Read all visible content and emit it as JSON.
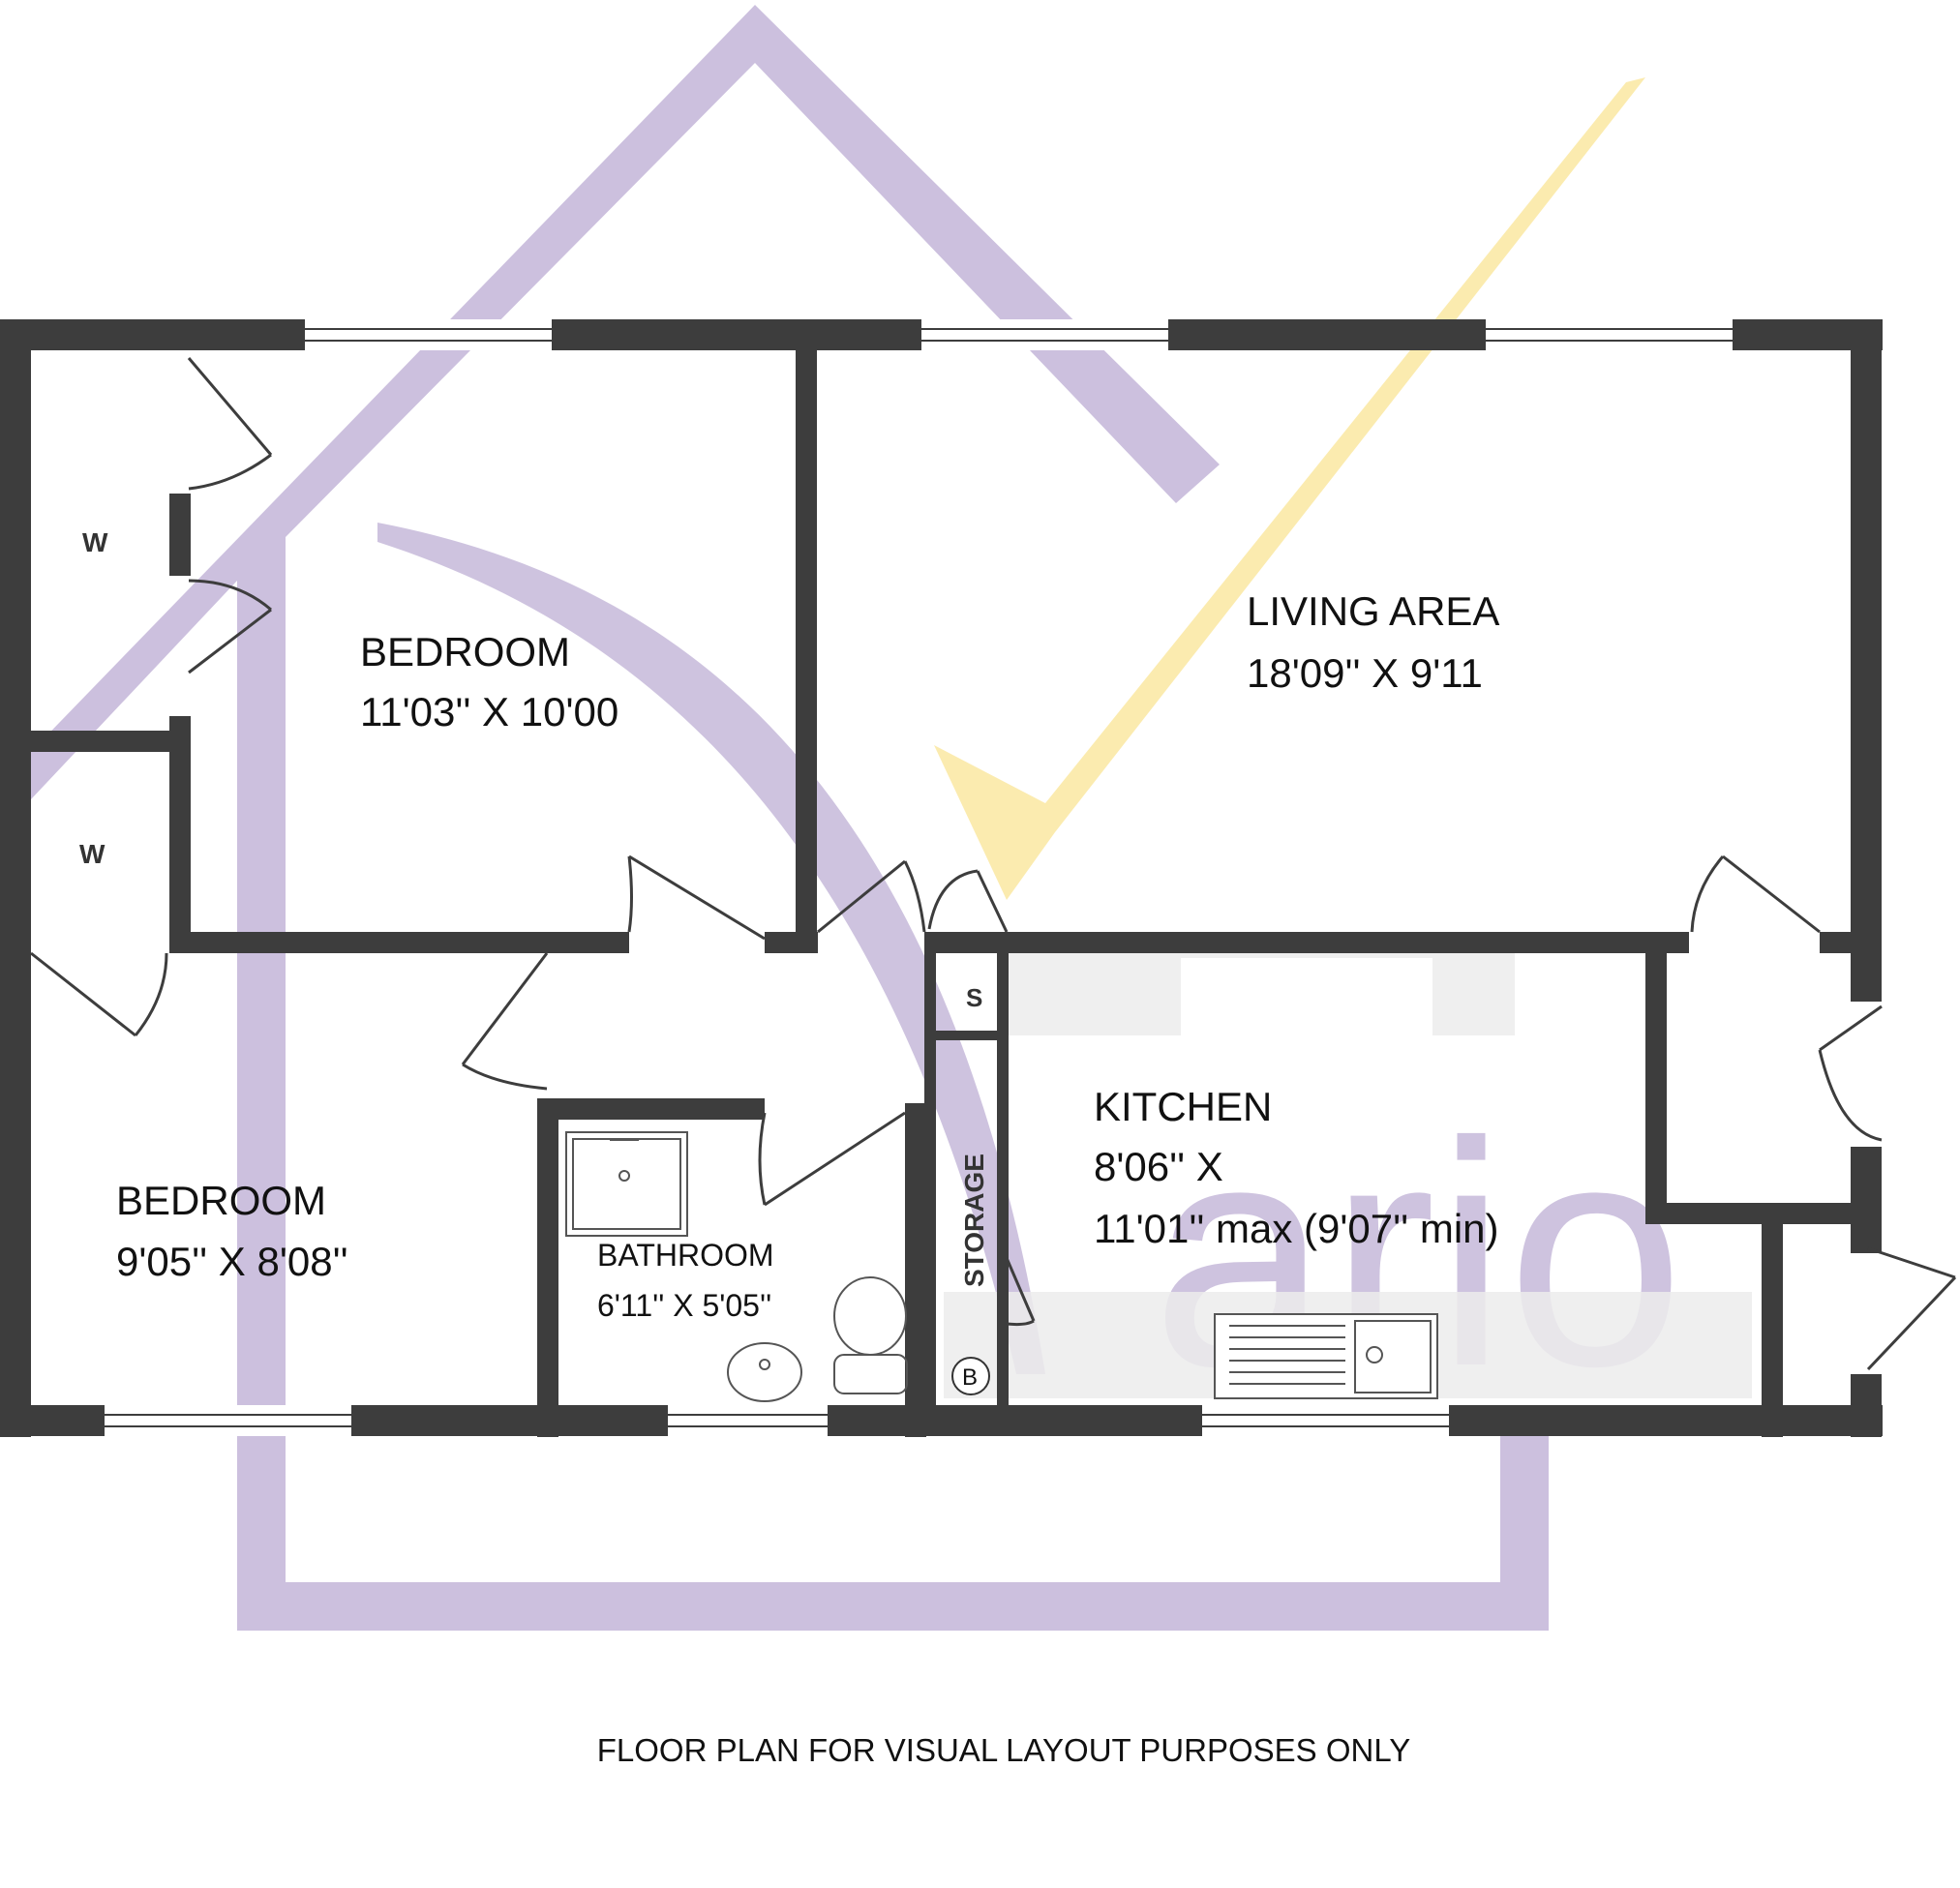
{
  "watermark": {
    "text": "ario",
    "house_color": "#c9bddc",
    "check_color": "#fbe9a6"
  },
  "rooms": {
    "bedroom_1": {
      "name": "BEDROOM",
      "size": "11'03'' X 10'00"
    },
    "living": {
      "name": "LIVING AREA",
      "size": "18'09'' X 9'11"
    },
    "bedroom_2": {
      "name": "BEDROOM",
      "size": "9'05'' X 8'08''"
    },
    "bathroom": {
      "name": "BATHROOM",
      "size": "6'11'' X 5'05''"
    },
    "kitchen": {
      "name": "KITCHEN",
      "size_line1": "8'06'' X",
      "size_line2": "11'01'' max (9'07'' min)"
    }
  },
  "markers": {
    "wardrobe_1": "W",
    "wardrobe_2": "W",
    "storage_s": "S",
    "storage": "STORAGE",
    "boiler": "B"
  },
  "caption": "FLOOR PLAN FOR VISUAL LAYOUT PURPOSES ONLY",
  "colors": {
    "wall": "#3d3d3d",
    "window": "#9a9a9a",
    "kitchen_counter": "#ececec"
  }
}
